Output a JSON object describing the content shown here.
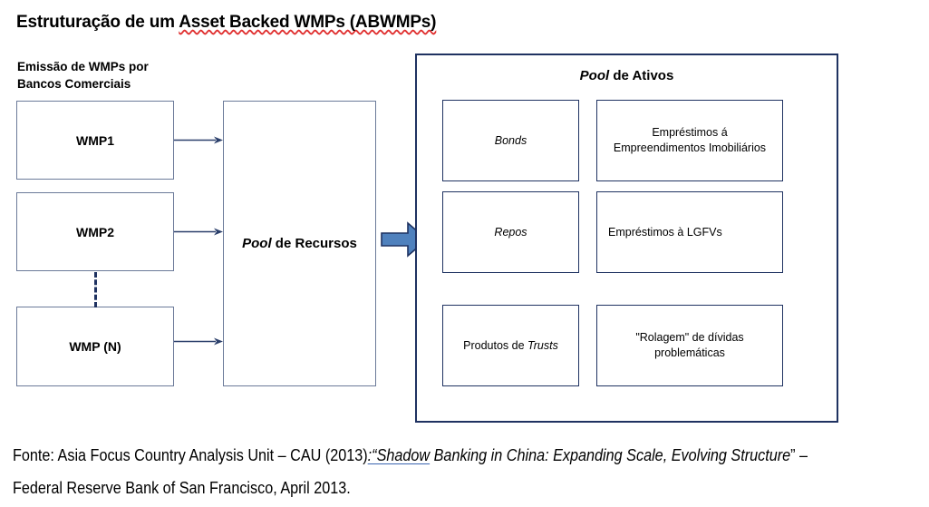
{
  "title": {
    "plain": "Estruturação de um ",
    "misspelled": "Asset Backed WMPs (ABWMPs)"
  },
  "issuer_label": "Emissão de WMPs por\nBancos Comerciais",
  "left_column": {
    "boxes": [
      {
        "label": "WMP1"
      },
      {
        "label": "WMP2"
      },
      {
        "label": "WMP (N)"
      }
    ]
  },
  "middle": {
    "pool_italic": "Pool",
    "pool_rest": " de Recursos"
  },
  "assets_panel": {
    "title_italic": "Pool",
    "title_rest": " de Ativos",
    "boxes": [
      {
        "name": "bonds",
        "text_italic": "Bonds",
        "text_rest": ""
      },
      {
        "name": "real-estate-loans",
        "text_italic": "",
        "text_rest": "Empréstimos á\nEmpreendimentos Imobiliários"
      },
      {
        "name": "repos",
        "text_italic": "Repos",
        "text_rest": ""
      },
      {
        "name": "lgfv-loans",
        "text_italic": "",
        "text_rest": "Empréstimos à LGFVs"
      },
      {
        "name": "trust-products",
        "text_italic": "Trusts",
        "text_rest": "Produtos de "
      },
      {
        "name": "debt-rollover",
        "text_italic": "",
        "text_rest": "\"Rolagem\" de dívidas\nproblemáticas"
      }
    ]
  },
  "source": {
    "prefix": "Fonte: Asia Focus Country Analysis Unit – CAU (2013)",
    "link": ":“Shadow",
    "italic_mid": " Banking in China: Expanding Scale, Evolving Structure",
    "suffix": "” – Federal Reserve Bank of San Francisco, April 2013."
  },
  "colors": {
    "box_border": "#495a7d",
    "panel_border": "#1f3261",
    "arrow_fill": "#4f81bd",
    "arrow_stroke": "#1f3261",
    "spellcheck_underline": "#e03030",
    "hyperlink_underline": "#3a64b0"
  }
}
